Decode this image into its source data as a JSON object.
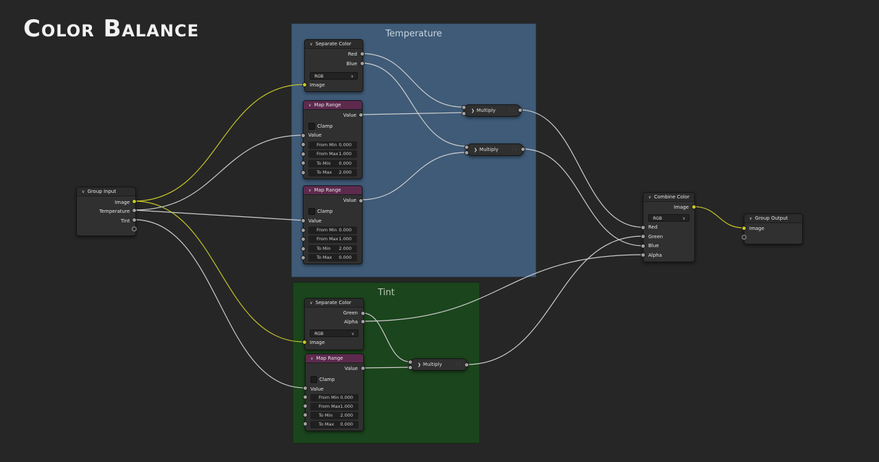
{
  "title": "Color Balance",
  "frames": {
    "temperature": "Temperature",
    "tint": "Tint"
  },
  "common": {
    "rgb": "RGB",
    "clamp": "Clamp",
    "value": "Value",
    "from_min": "From Min",
    "from_max": "From Max",
    "to_min": "To Min",
    "to_max": "To Max",
    "image": "Image",
    "multiply": "Multiply"
  },
  "group_input": {
    "title": "Group Input",
    "outputs": [
      "Image",
      "Temperature",
      "Tint"
    ]
  },
  "group_output": {
    "title": "Group Output",
    "inputs": [
      "Image"
    ]
  },
  "sep_temp": {
    "title": "Separate Color",
    "outputs": [
      "Red",
      "Blue"
    ]
  },
  "sep_tint": {
    "title": "Separate Color",
    "outputs": [
      "Green",
      "Alpha"
    ]
  },
  "map_range_title": "Map Range",
  "map1": {
    "from_min": "0.000",
    "from_max": "1.000",
    "to_min": "0.000",
    "to_max": "2.000"
  },
  "map2": {
    "from_min": "0.000",
    "from_max": "1.000",
    "to_min": "2.000",
    "to_max": "0.000"
  },
  "map3": {
    "from_min": "0.000",
    "from_max": "1.000",
    "to_min": "2.000",
    "to_max": "0.000"
  },
  "combine": {
    "title": "Combine Color",
    "output": "Image",
    "inputs": [
      "Red",
      "Green",
      "Blue",
      "Alpha"
    ]
  },
  "colors": {
    "background": "#262626",
    "temperature_frame": "#3f5b78",
    "tint_frame": "#1b451c",
    "map_range_header": "#5d2a4e",
    "image_socket": "#c7c729",
    "float_socket": "#a1a1a1"
  }
}
